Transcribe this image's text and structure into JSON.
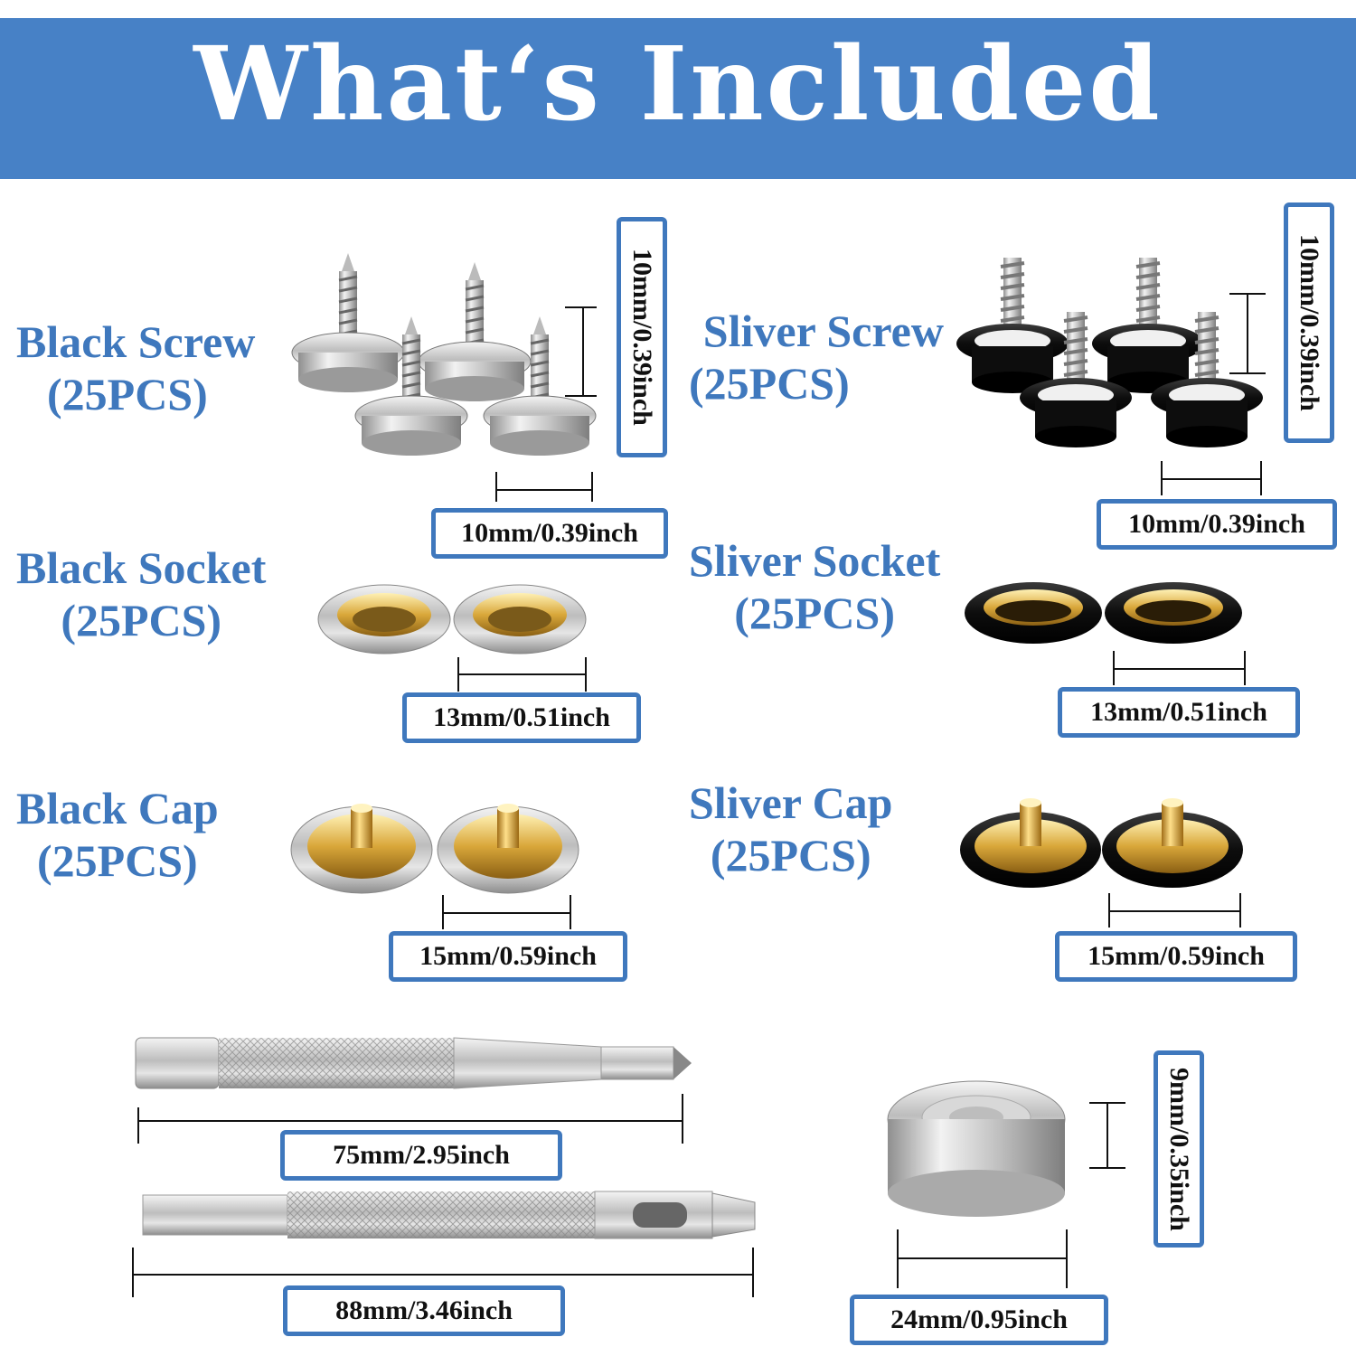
{
  "header": {
    "title": "Whatʻs Included"
  },
  "items": {
    "black_screw": {
      "name": "Black Screw",
      "qty": "(25PCS)",
      "dim_h": "10mm/0.39inch",
      "dim_w": "10mm/0.39inch"
    },
    "silver_screw": {
      "name": "Sliver Screw",
      "qty": "(25PCS)",
      "dim_h": "10mm/0.39inch",
      "dim_w": "10mm/0.39inch"
    },
    "black_socket": {
      "name": "Black Socket",
      "qty": "(25PCS)",
      "dim": "13mm/0.51inch"
    },
    "silver_socket": {
      "name": "Sliver Socket",
      "qty": "(25PCS)",
      "dim": "13mm/0.51inch"
    },
    "black_cap": {
      "name": "Black Cap",
      "qty": "(25PCS)",
      "dim": "15mm/0.59inch"
    },
    "silver_cap": {
      "name": "Sliver Cap",
      "qty": "(25PCS)",
      "dim": "15mm/0.59inch"
    }
  },
  "tools": {
    "punch": {
      "dim": "75mm/2.95inch"
    },
    "setter": {
      "dim": "88mm/3.46inch"
    },
    "anvil": {
      "dim_w": "24mm/0.95inch",
      "dim_h": "9mm/0.35inch"
    }
  },
  "colors": {
    "banner": "#4781c6",
    "label": "#3f78bd",
    "border": "#3f78bd"
  }
}
